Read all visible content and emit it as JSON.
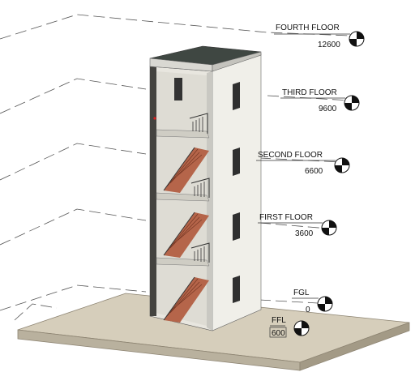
{
  "view": {
    "title": "3D view - stair tower"
  },
  "levels": [
    {
      "id": "fourth",
      "name": "FOURTH FLOOR",
      "elevation": "12600"
    },
    {
      "id": "third",
      "name": "THIRD FLOOR",
      "elevation": "9600"
    },
    {
      "id": "second",
      "name": "SECOND FLOOR",
      "elevation": "6600"
    },
    {
      "id": "first",
      "name": "FIRST FLOOR",
      "elevation": "3600"
    },
    {
      "id": "fgl",
      "name": "FGL",
      "elevation": "0"
    },
    {
      "id": "ffl",
      "name": "FFL",
      "elevation": "600"
    }
  ],
  "colors": {
    "slab": "#d6cebb",
    "slab_edge": "#a39a86",
    "wall_front": "#f0efe9",
    "wall_shadow": "#c9c8c2",
    "wall_dark": "#44433f",
    "interior": "#e8e6df",
    "roof": "#3f4742",
    "stair": "#b5654a",
    "level_line": "#444444"
  }
}
